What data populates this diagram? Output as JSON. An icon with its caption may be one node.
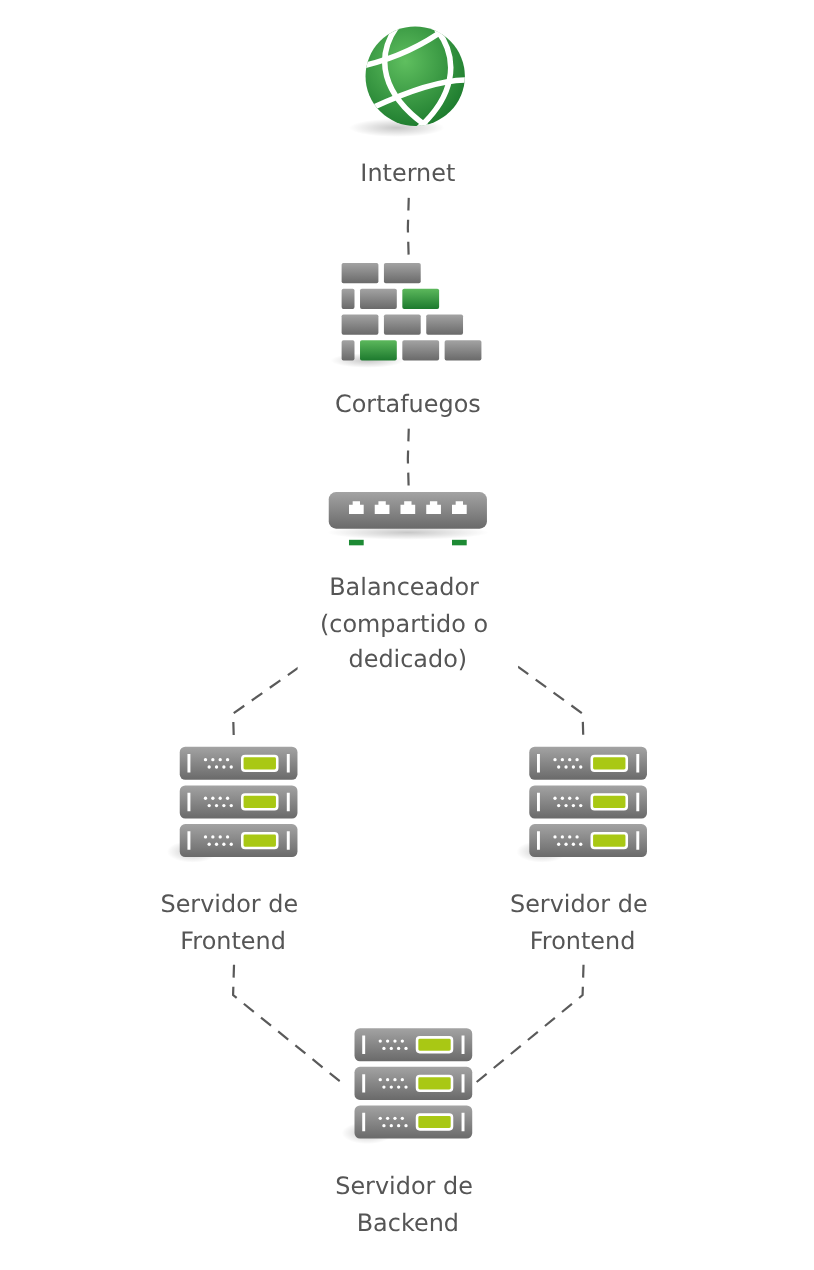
{
  "diagram": {
    "nodes": [
      {
        "text": [
          "Internet"
        ]
      },
      {
        "text": [
          "Cortafuegos"
        ]
      },
      {
        "text": [
          "Balanceador (compartido o dedicado)"
        ]
      },
      {
        "text": [
          "Servidor de Frontend"
        ]
      },
      {
        "text": [
          "Servidor de Frontend"
        ]
      },
      {
        "text": [
          "Servidor de Backend"
        ]
      }
    ],
    "edges": [
      {
        "from": 0,
        "to": 1,
        "arrow": "none",
        "style": "dashed"
      },
      {
        "from": 1,
        "to": 2,
        "arrow": "none",
        "style": "dashed"
      },
      {
        "from": 2,
        "to": 3,
        "arrow": "none",
        "style": "dashed"
      },
      {
        "from": 2,
        "to": 4,
        "arrow": "none",
        "style": "dashed"
      },
      {
        "from": 3,
        "to": 5,
        "arrow": "none",
        "style": "dashed"
      },
      {
        "from": 4,
        "to": 5,
        "arrow": "none",
        "style": "dashed"
      }
    ]
  }
}
